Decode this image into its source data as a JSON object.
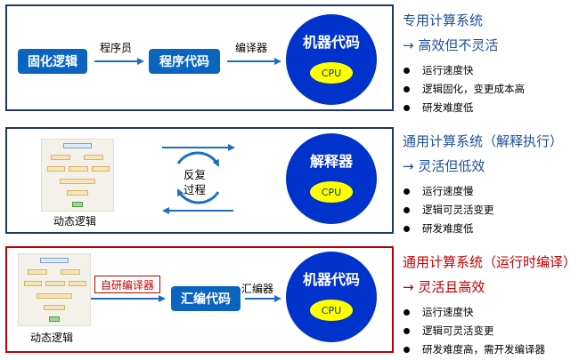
{
  "row1": {
    "input_box": "固化逻辑",
    "arrow1_label": "程序员",
    "middle_box": "程序代码",
    "arrow2_label": "编译器",
    "circle_title": "机器代码",
    "cpu": "CPU"
  },
  "row2": {
    "thumb_caption": "动态逻辑",
    "loop_label": "反复\n过程",
    "circle_title": "解释器",
    "cpu": "CPU"
  },
  "row3": {
    "thumb_caption": "动态逻辑",
    "compiler_box": "自研编译器",
    "middle_box": "汇编代码",
    "arrow_label": "汇编器",
    "circle_title": "机器代码",
    "cpu": "CPU"
  },
  "side1": {
    "title": "专用计算系统",
    "subtitle": "→ 高效但不灵活",
    "bullets": [
      "运行速度快",
      "逻辑固化，变更成本高",
      "研发难度低"
    ]
  },
  "side2": {
    "title": "通用计算系统（解释执行）",
    "subtitle": "→ 灵活但低效",
    "bullets": [
      "运行速度慢",
      "逻辑可灵活变更",
      "研发难度低"
    ]
  },
  "side3": {
    "title": "通用计算系统（运行时编译）",
    "subtitle": "→ 灵活且高效",
    "bullets": [
      "运行速度快",
      "逻辑可灵活变更",
      "研发难度高，需开发编译器"
    ]
  },
  "colors": {
    "box_blue": "#0a64c0",
    "circle_blue": "#0033cc",
    "cpu_yellow": "#ffff00",
    "accent_red": "#c00000",
    "title_blue": "#1f4e99"
  }
}
